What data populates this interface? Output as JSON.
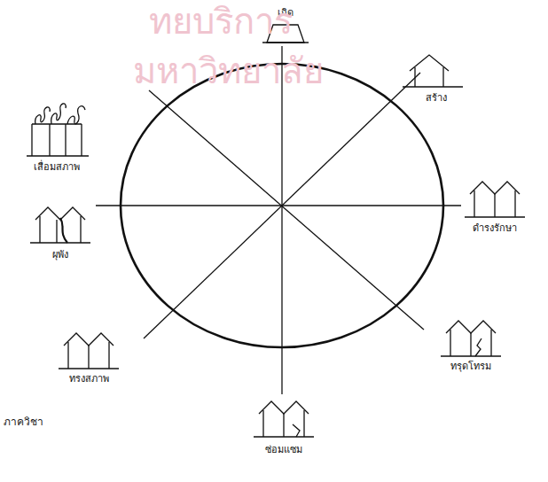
{
  "diagram": {
    "labels": [
      "เกิด",
      "สร้าง",
      "ดำรงรักษา",
      "ทรุดโทรม",
      "ซ่อมแซม",
      "ทรงสภาพ",
      "ผุพัง",
      "เสื่อมสภาพ",
      "ภาควิชา",
      "ทยบริการ",
      "มหาวิทยาลัย"
    ]
  }
}
